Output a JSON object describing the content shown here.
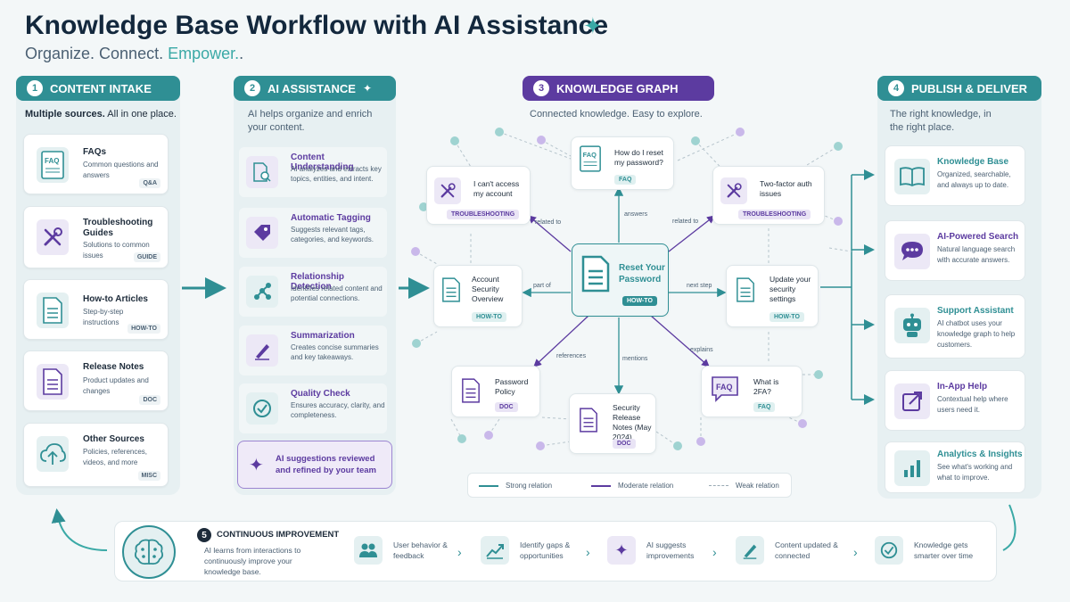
{
  "header": {
    "title": "Knowledge Base Workflow with AI Assistance",
    "subtitle_1": "Organize. Connect.",
    "subtitle_2": "Empower."
  },
  "colors": {
    "teal": "#2f8f94",
    "purple": "#5c3ba0",
    "accent": "#3aa9a6"
  },
  "intake": {
    "number": "1",
    "title": "CONTENT INTAKE",
    "desc_bold": "Multiple sources.",
    "desc_rest": " All in one place.",
    "cards": [
      {
        "title": "FAQs",
        "sub": "Common questions and answers",
        "badge": "Q&A",
        "icon": "faq-doc-icon"
      },
      {
        "title": "Troubleshooting Guides",
        "sub": "Solutions to common issues",
        "badge": "GUIDE",
        "icon": "tools-icon"
      },
      {
        "title": "How-to Articles",
        "sub": "Step-by-step instructions",
        "badge": "HOW-TO",
        "icon": "document-icon"
      },
      {
        "title": "Release Notes",
        "sub": "Product updates and changes",
        "badge": "DOC",
        "icon": "document-icon"
      },
      {
        "title": "Other Sources",
        "sub": "Policies, references, videos, and more",
        "badge": "MISC",
        "icon": "cloud-upload-icon"
      }
    ]
  },
  "ai": {
    "number": "2",
    "title": "AI ASSISTANCE",
    "desc": "AI helps organize and enrich your content.",
    "items": [
      {
        "title": "Content Understanding",
        "sub": "AI analyzes and extracts key topics, entities, and intent."
      },
      {
        "title": "Automatic Tagging",
        "sub": "Suggests relevant tags, categories, and keywords."
      },
      {
        "title": "Relationship Detection",
        "sub": "Identifies related content and potential connections."
      },
      {
        "title": "Summarization",
        "sub": "Creates concise summaries and key takeaways."
      },
      {
        "title": "Quality Check",
        "sub": "Ensures accuracy, clarity, and completeness."
      }
    ],
    "review": "AI suggestions reviewed and refined by your team"
  },
  "graph": {
    "number": "3",
    "title": "KNOWLEDGE GRAPH",
    "desc": "Connected knowledge. Easy to explore.",
    "center": {
      "title": "Reset Your Password",
      "badge": "HOW-TO"
    },
    "nodes": {
      "access": {
        "title": "I can't access my account",
        "badge": "TROUBLESHOOTING"
      },
      "reset": {
        "title": "How do I reset my password?",
        "badge": "FAQ"
      },
      "twofa": {
        "title": "Two-factor auth issues",
        "badge": "TROUBLESHOOTING"
      },
      "security": {
        "title": "Account Security Overview",
        "badge": "HOW-TO"
      },
      "update": {
        "title": "Update your security settings",
        "badge": "HOW-TO"
      },
      "policy": {
        "title": "Password Policy",
        "badge": "DOC"
      },
      "release": {
        "title": "Security Release Notes (May 2024)",
        "badge": "DOC"
      },
      "what2fa": {
        "title": "What is 2FA?",
        "badge": "FAQ"
      }
    },
    "edges": {
      "related_to_1": "related to",
      "answers": "answers",
      "related_to_2": "related to",
      "part_of": "part of",
      "next_step": "next step",
      "references": "references",
      "mentions": "mentions",
      "explains": "explains"
    },
    "legend": {
      "strong": "Strong relation",
      "moderate": "Moderate relation",
      "weak": "Weak relation"
    }
  },
  "publish": {
    "number": "4",
    "title": "PUBLISH & DELIVER",
    "desc": "The right knowledge, in the right place.",
    "items": [
      {
        "title": "Knowledge Base",
        "sub": "Organized, searchable, and always up to date."
      },
      {
        "title": "AI-Powered Search",
        "sub": "Natural language search with accurate answers."
      },
      {
        "title": "Support Assistant",
        "sub": "AI chatbot uses your knowledge graph to help customers."
      },
      {
        "title": "In-App Help",
        "sub": "Contextual help where users need it."
      },
      {
        "title": "Analytics & Insights",
        "sub": "See what's working and what to improve."
      }
    ]
  },
  "improvement": {
    "number": "5",
    "title": "CONTINUOUS IMPROVEMENT",
    "desc": "AI learns from interactions to continuously improve your knowledge base.",
    "steps": [
      {
        "text": "User behavior & feedback"
      },
      {
        "text": "Identify gaps & opportunities"
      },
      {
        "text": "AI suggests improvements"
      },
      {
        "text": "Content updated & connected"
      },
      {
        "text": "Knowledge gets smarter over time"
      }
    ]
  }
}
